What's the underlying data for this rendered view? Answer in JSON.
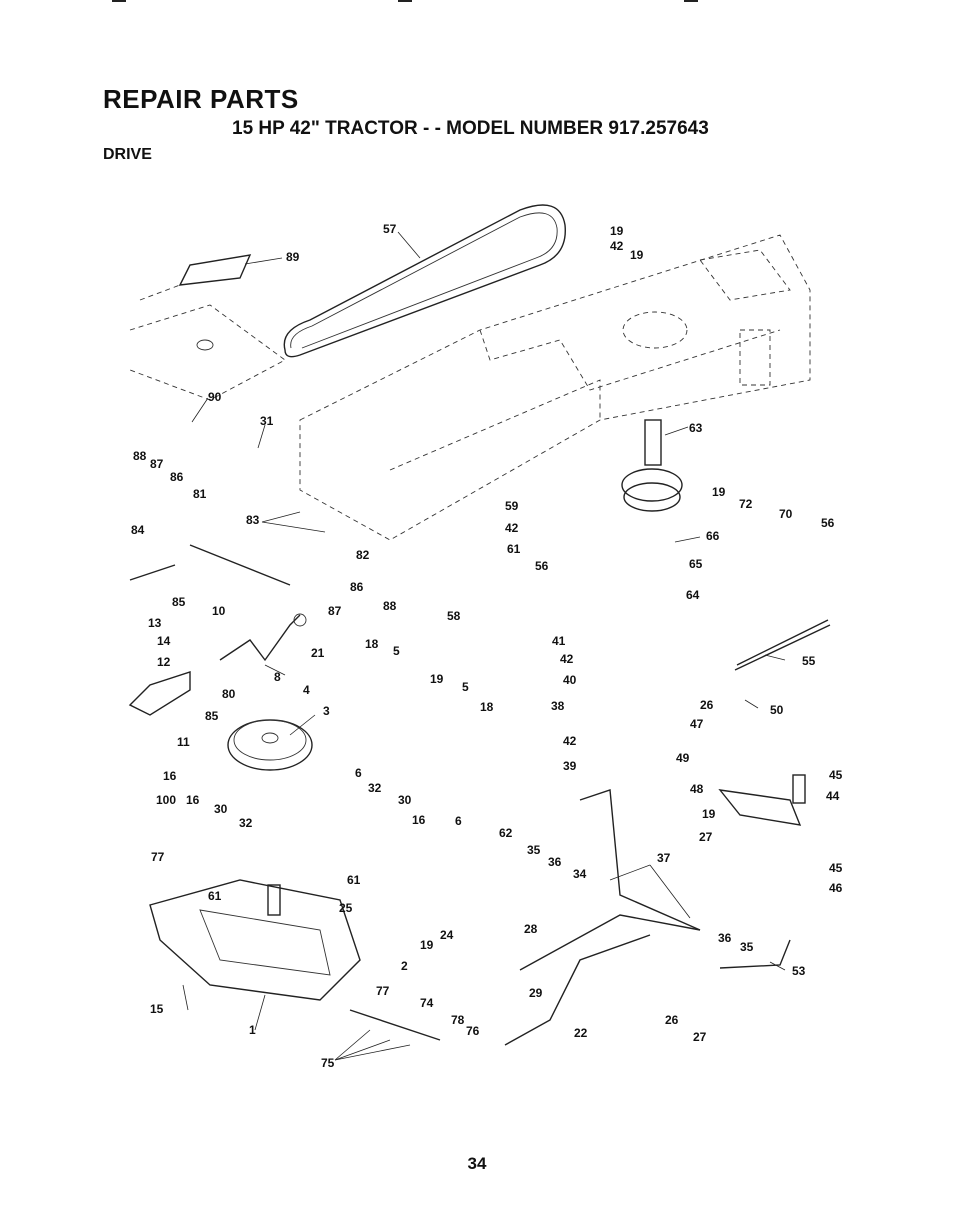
{
  "header": {
    "title": "REPAIR PARTS",
    "subtitle": "15 HP 42\" TRACTOR - - MODEL NUMBER 917.257643",
    "section": "DRIVE"
  },
  "page_number": "34",
  "callouts": [
    {
      "id": "c57",
      "text": "57"
    },
    {
      "id": "c89",
      "text": "89"
    },
    {
      "id": "c19a",
      "text": "19"
    },
    {
      "id": "c42a",
      "text": "42"
    },
    {
      "id": "c19b",
      "text": "19"
    },
    {
      "id": "c90",
      "text": "90"
    },
    {
      "id": "c31",
      "text": "31"
    },
    {
      "id": "c88a",
      "text": "88"
    },
    {
      "id": "c87a",
      "text": "87"
    },
    {
      "id": "c86a",
      "text": "86"
    },
    {
      "id": "c81",
      "text": "81"
    },
    {
      "id": "c84",
      "text": "84"
    },
    {
      "id": "c83",
      "text": "83"
    },
    {
      "id": "c82",
      "text": "82"
    },
    {
      "id": "c85a",
      "text": "85"
    },
    {
      "id": "c86b",
      "text": "86"
    },
    {
      "id": "c87b",
      "text": "87"
    },
    {
      "id": "c88b",
      "text": "88"
    },
    {
      "id": "c10",
      "text": "10"
    },
    {
      "id": "c13",
      "text": "13"
    },
    {
      "id": "c14",
      "text": "14"
    },
    {
      "id": "c12",
      "text": "12"
    },
    {
      "id": "c21",
      "text": "21"
    },
    {
      "id": "c8",
      "text": "8"
    },
    {
      "id": "c80",
      "text": "80"
    },
    {
      "id": "c85b",
      "text": "85"
    },
    {
      "id": "c11",
      "text": "11"
    },
    {
      "id": "c4",
      "text": "4"
    },
    {
      "id": "c3",
      "text": "3"
    },
    {
      "id": "c18a",
      "text": "18"
    },
    {
      "id": "c5a",
      "text": "5"
    },
    {
      "id": "c19c",
      "text": "19"
    },
    {
      "id": "c5b",
      "text": "5"
    },
    {
      "id": "c18b",
      "text": "18"
    },
    {
      "id": "c6a",
      "text": "6"
    },
    {
      "id": "c6b",
      "text": "6"
    },
    {
      "id": "c16a",
      "text": "16"
    },
    {
      "id": "c100",
      "text": "100"
    },
    {
      "id": "c16b",
      "text": "16"
    },
    {
      "id": "c30a",
      "text": "30"
    },
    {
      "id": "c32a",
      "text": "32"
    },
    {
      "id": "c77a",
      "text": "77"
    },
    {
      "id": "c61a",
      "text": "61"
    },
    {
      "id": "c32b",
      "text": "32"
    },
    {
      "id": "c30b",
      "text": "30"
    },
    {
      "id": "c16c",
      "text": "16"
    },
    {
      "id": "c61b",
      "text": "61"
    },
    {
      "id": "c25",
      "text": "25"
    },
    {
      "id": "c24",
      "text": "24"
    },
    {
      "id": "c19d",
      "text": "19"
    },
    {
      "id": "c2",
      "text": "2"
    },
    {
      "id": "c77b",
      "text": "77"
    },
    {
      "id": "c15",
      "text": "15"
    },
    {
      "id": "c1",
      "text": "1"
    },
    {
      "id": "c74",
      "text": "74"
    },
    {
      "id": "c78",
      "text": "78"
    },
    {
      "id": "c76",
      "text": "76"
    },
    {
      "id": "c75",
      "text": "75"
    },
    {
      "id": "c58",
      "text": "58"
    },
    {
      "id": "c59",
      "text": "59"
    },
    {
      "id": "c42b",
      "text": "42"
    },
    {
      "id": "c61c",
      "text": "61"
    },
    {
      "id": "c56a",
      "text": "56"
    },
    {
      "id": "c63",
      "text": "63"
    },
    {
      "id": "c66",
      "text": "66"
    },
    {
      "id": "c65",
      "text": "65"
    },
    {
      "id": "c64",
      "text": "64"
    },
    {
      "id": "c19e",
      "text": "19"
    },
    {
      "id": "c72",
      "text": "72"
    },
    {
      "id": "c70",
      "text": "70"
    },
    {
      "id": "c56b",
      "text": "56"
    },
    {
      "id": "c41",
      "text": "41"
    },
    {
      "id": "c42c",
      "text": "42"
    },
    {
      "id": "c40",
      "text": "40"
    },
    {
      "id": "c38",
      "text": "38"
    },
    {
      "id": "c42d",
      "text": "42"
    },
    {
      "id": "c39",
      "text": "39"
    },
    {
      "id": "c55",
      "text": "55"
    },
    {
      "id": "c26a",
      "text": "26"
    },
    {
      "id": "c50",
      "text": "50"
    },
    {
      "id": "c47",
      "text": "47"
    },
    {
      "id": "c49",
      "text": "49"
    },
    {
      "id": "c45a",
      "text": "45"
    },
    {
      "id": "c48",
      "text": "48"
    },
    {
      "id": "c44",
      "text": "44"
    },
    {
      "id": "c19f",
      "text": "19"
    },
    {
      "id": "c27a",
      "text": "27"
    },
    {
      "id": "c45b",
      "text": "45"
    },
    {
      "id": "c46",
      "text": "46"
    },
    {
      "id": "c62",
      "text": "62"
    },
    {
      "id": "c35a",
      "text": "35"
    },
    {
      "id": "c36a",
      "text": "36"
    },
    {
      "id": "c34",
      "text": "34"
    },
    {
      "id": "c37",
      "text": "37"
    },
    {
      "id": "c28",
      "text": "28"
    },
    {
      "id": "c29",
      "text": "29"
    },
    {
      "id": "c22",
      "text": "22"
    },
    {
      "id": "c36b",
      "text": "36"
    },
    {
      "id": "c35b",
      "text": "35"
    },
    {
      "id": "c53",
      "text": "53"
    },
    {
      "id": "c26b",
      "text": "26"
    },
    {
      "id": "c27b",
      "text": "27"
    }
  ]
}
